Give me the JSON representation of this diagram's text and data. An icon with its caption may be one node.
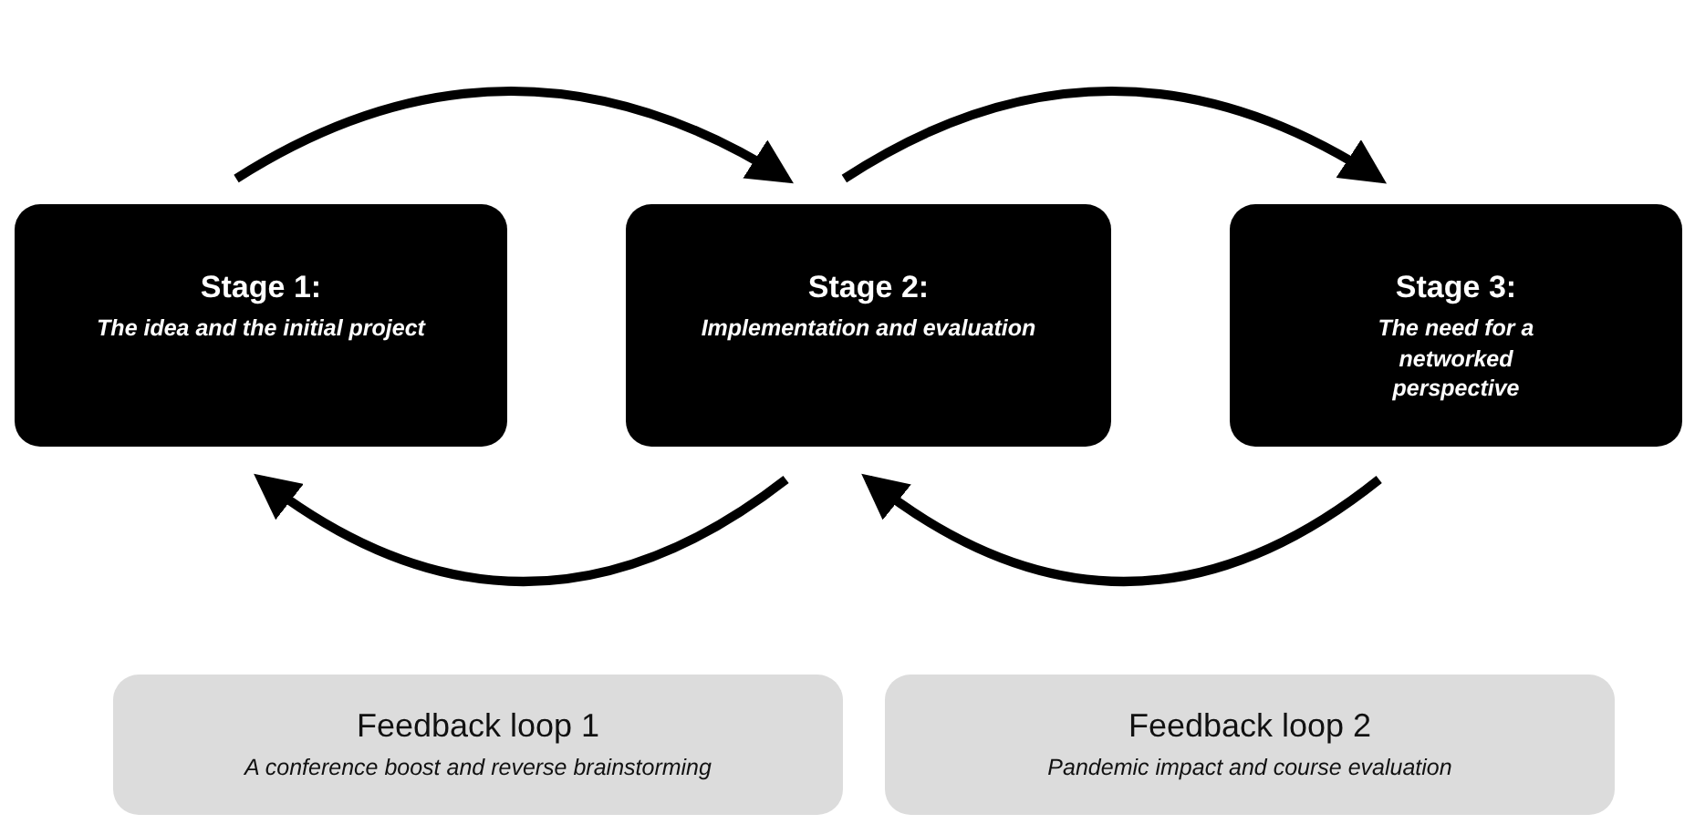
{
  "diagram": {
    "nodes": [
      {
        "text": [
          "Stage 1:",
          "The idea and the initial project"
        ]
      },
      {
        "text": [
          "Stage 2:",
          "Implementation and evaluation"
        ]
      },
      {
        "text": [
          "Stage 3:",
          "The need for a networked perspective"
        ]
      },
      {
        "text": [
          "Feedback loop 1",
          "A conference boost and reverse brainstorming"
        ]
      },
      {
        "text": [
          "Feedback loop 2",
          "Pandemic impact and course evaluation"
        ]
      }
    ],
    "edges": [
      {
        "from": 0,
        "to": 1,
        "arrow": "to"
      },
      {
        "from": 1,
        "to": 2,
        "arrow": "to"
      },
      {
        "from": 1,
        "to": 0,
        "arrow": "to"
      },
      {
        "from": 2,
        "to": 1,
        "arrow": "to"
      }
    ]
  }
}
